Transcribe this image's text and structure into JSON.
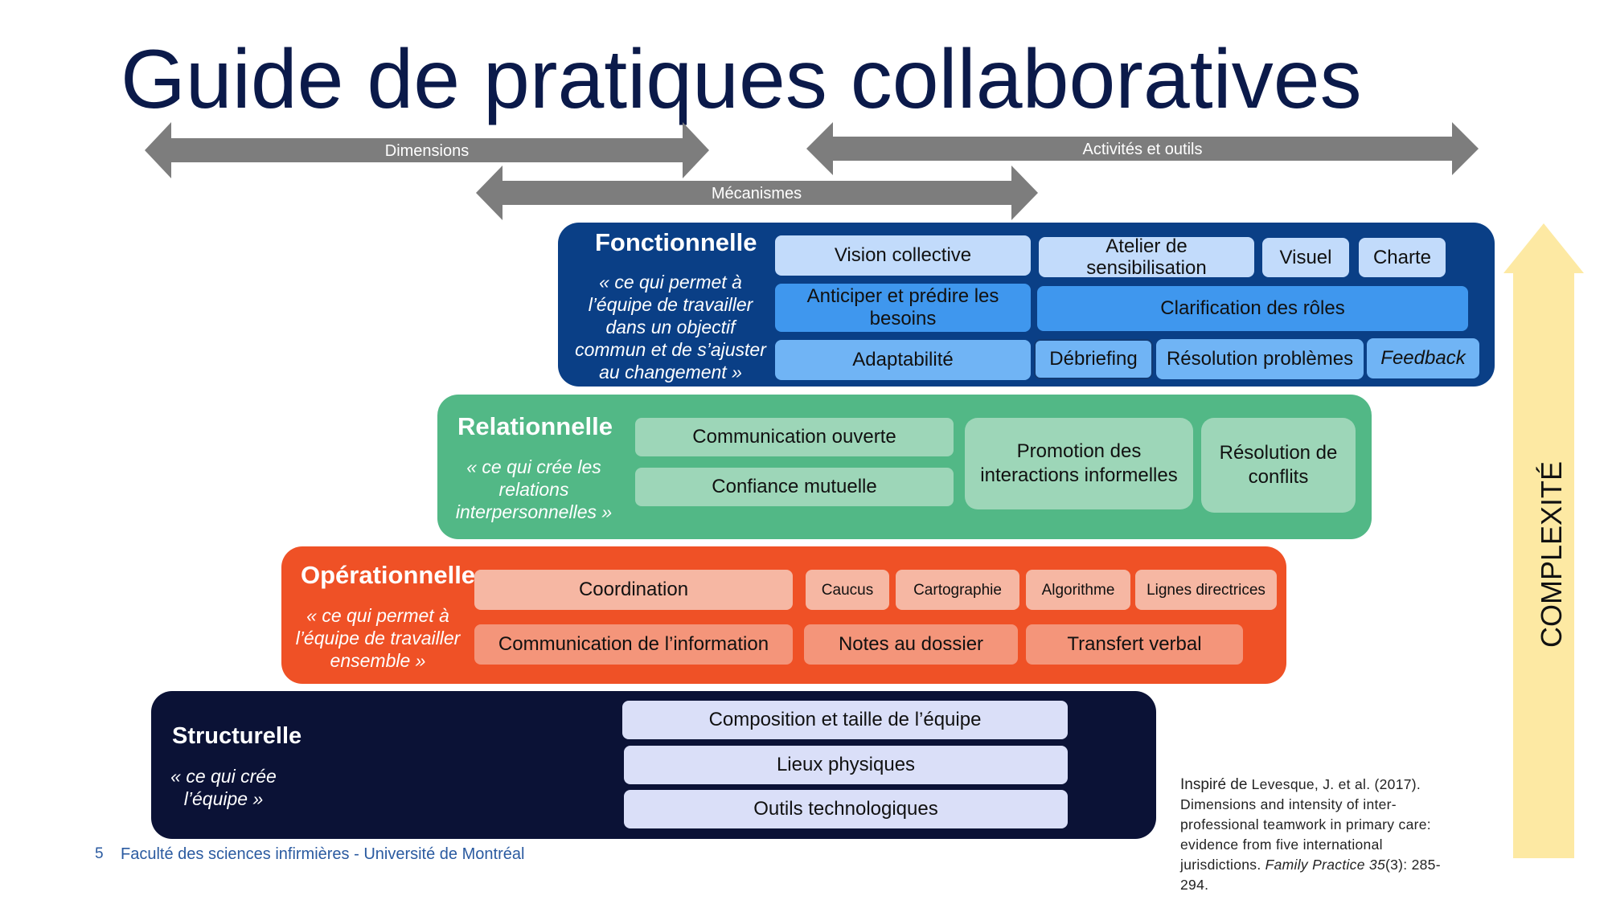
{
  "title": "Guide de pratiques collaboratives",
  "arrows": {
    "dimensions": "Dimensions",
    "mecanismes": "Mécanismes",
    "activites": "Activités et outils"
  },
  "complexity": "COMPLEXITÉ",
  "bands": {
    "fonctionnelle": {
      "title": "Fonctionnelle",
      "desc_lines": [
        "« ce qui permet à",
        "l’équipe de travailler",
        "dans un objectif",
        "commun et de s’ajuster",
        "au changement »"
      ],
      "chips": {
        "vision": "Vision collective",
        "atelier": "Atelier de sensibilisation",
        "visuel": "Visuel",
        "charte": "Charte",
        "anticiper": "Anticiper et prédire les besoins",
        "clarification": "Clarification des rôles",
        "adaptabilite": "Adaptabilité",
        "debriefing": "Débriefing",
        "resolution": "Résolution problèmes",
        "feedback": "Feedback"
      }
    },
    "relationnelle": {
      "title": "Relationnelle",
      "desc_lines": [
        "« ce qui crée les",
        "relations",
        "interpersonnelles »"
      ],
      "chips": {
        "communication": "Communication ouverte",
        "confiance": "Confiance mutuelle",
        "promotion": "Promotion des interactions informelles",
        "conflits": "Résolution de conflits"
      }
    },
    "operationnelle": {
      "title": "Opérationnelle",
      "desc_lines": [
        "« ce qui permet à",
        "l’équipe de travailler",
        "ensemble »"
      ],
      "chips": {
        "coordination": "Coordination",
        "caucus": "Caucus",
        "cartographie": "Cartographie",
        "algorithme": "Algorithme",
        "lignes": "Lignes directrices",
        "communication_info": "Communication de l’information",
        "notes": "Notes au dossier",
        "transfert": "Transfert verbal"
      }
    },
    "structurelle": {
      "title": "Structurelle",
      "desc_lines": [
        "« ce qui crée",
        "l’équipe »"
      ],
      "chips": {
        "composition": "Composition et taille de l’équipe",
        "lieux": "Lieux physiques",
        "outils": "Outils technologiques"
      }
    }
  },
  "footer": {
    "page_number": "5",
    "text": "Faculté des sciences infirmières - Université de Montréal"
  },
  "citation": {
    "lead": "Inspiré de",
    "text1": "Levesque, J. et al. (2017).",
    "line2": "Dimensions and intensity of inter-",
    "line3": "professional teamwork in primary care:",
    "line4": "evidence from five international",
    "line5a": "jurisdictions.",
    "journal": "Family Practice 35",
    "line5b": "(3): 285-",
    "line6": "294."
  },
  "colors": {
    "title": "#0b1a4a",
    "fonctionnelle": "#0a3f86",
    "relationnelle": "#52b886",
    "operationnelle": "#ef5126",
    "structurelle": "#0b1236",
    "arrow_gray": "#7d7d7d",
    "complexity_arrow": "#fde9a3"
  }
}
